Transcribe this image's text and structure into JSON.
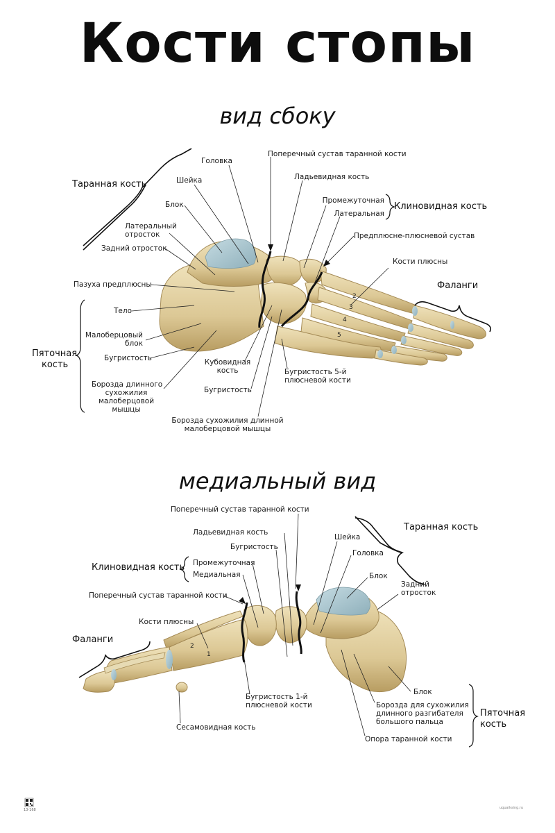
{
  "title": "Кости стопы",
  "lateral": {
    "subtitle": "вид сбоку",
    "labels": {
      "golovka": "Головка",
      "poperechny": "Поперечный сустав таранной кости",
      "taranaya": "Таранная кость",
      "sheyka": "Шейка",
      "ladyevidnaya": "Ладьевидная кость",
      "blok": "Блок",
      "promezhutochnaya": "Промежуточная",
      "klinovidnaya": "Клиновидная кость",
      "lateralnaya": "Латеральная",
      "lat_otrostok_1": "Латеральный",
      "lat_otrostok_2": "отросток",
      "predplyusne": "Предплюсне-плюсневой сустав",
      "zadny": "Задний отросток",
      "kosti_plyusny": "Кости плюсны",
      "pazukha": "Пазуха предплюсны",
      "falangi": "Фаланги",
      "telo": "Тело",
      "maloberc_1": "Малоберцовый",
      "maloberc_2": "блок",
      "pyatochnaya_1": "Пяточная",
      "pyatochnaya_2": "кость",
      "bugristost": "Бугристость",
      "kubovidnaya_1": "Кубовидная",
      "kubovidnaya_2": "кость",
      "bugr5_1": "Бугристость 5-й",
      "bugr5_2": "плюсневой кости",
      "bugristost2": "Бугристость",
      "borozda_1": "Борозда длинного",
      "borozda_2": "сухожилия",
      "borozda_3": "малоберцовой",
      "borozda_4": "мышцы",
      "borozda_b1": "Борозда сухожилия длинной",
      "borozda_b2": "малоберцовой мышцы"
    },
    "numbers": [
      "2",
      "3",
      "4",
      "5"
    ]
  },
  "medial": {
    "subtitle": "медиальный вид",
    "labels": {
      "poperechny_top": "Поперечный сустав таранной кости",
      "ladyevidnaya": "Ладьевидная кость",
      "taranaya": "Таранная кость",
      "bugristost": "Бугристость",
      "sheyka": "Шейка",
      "golovka": "Головка",
      "klinovidnaya": "Клиновидная кость",
      "promezhutochnaya": "Промежуточная",
      "medialnaya": "Медиальная",
      "blok": "Блок",
      "zadny_1": "Задний",
      "zadny_2": "отросток",
      "poperechny_left": "Поперечный сустав таранной кости",
      "kosti_plyusny": "Кости плюсны",
      "falangi": "Фаланги",
      "bugr1_1": "Бугристость 1-й",
      "bugr1_2": "плюсневой кости",
      "blok2": "Блок",
      "borozda_1": "Борозда для сухожилия",
      "borozda_2": "длинного разгибателя",
      "borozda_3": "большого пальца",
      "pyatochnaya_1": "Пяточная",
      "pyatochnaya_2": "кость",
      "sesamovidnaya": "Сесамовидная кость",
      "opora": "Опора таранной кости"
    },
    "numbers": [
      "2",
      "1"
    ]
  },
  "footer": {
    "code": "13-168",
    "site": "uquaiksing.ru"
  },
  "colors": {
    "bone": "#e3d3a4",
    "bone_dark": "#b59a5f",
    "cartilage": "#a9c6cf",
    "line": "#1a1a1a"
  }
}
